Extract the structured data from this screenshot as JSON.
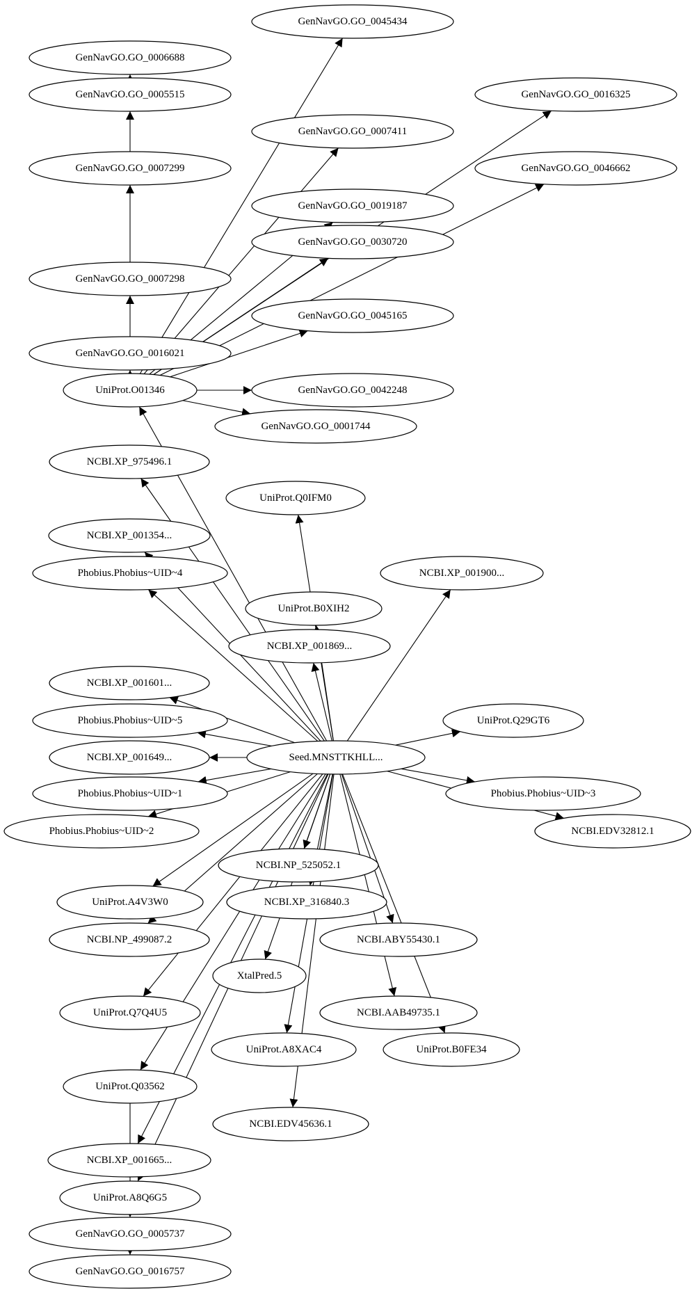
{
  "nodes": {
    "go0045434": "GenNavGO.GO_0045434",
    "go0006688": "GenNavGO.GO_0006688",
    "go0005515": "GenNavGO.GO_0005515",
    "go0016325": "GenNavGO.GO_0016325",
    "go0007411": "GenNavGO.GO_0007411",
    "go0007299": "GenNavGO.GO_0007299",
    "go0046662": "GenNavGO.GO_0046662",
    "go0019187": "GenNavGO.GO_0019187",
    "go0030720": "GenNavGO.GO_0030720",
    "go0007298": "GenNavGO.GO_0007298",
    "go0045165": "GenNavGO.GO_0045165",
    "go0016021": "GenNavGO.GO_0016021",
    "o01346": "UniProt.O01346",
    "go0042248": "GenNavGO.GO_0042248",
    "go0001744": "GenNavGO.GO_0001744",
    "xp975496": "NCBI.XP_975496.1",
    "q0ifm0": "UniProt.Q0IFM0",
    "xp001354": "NCBI.XP_001354...",
    "uid4": "Phobius.Phobius~UID~4",
    "xp001900": "NCBI.XP_001900...",
    "b0xih2": "UniProt.B0XIH2",
    "xp001869": "NCBI.XP_001869...",
    "xp001601": "NCBI.XP_001601...",
    "uid5": "Phobius.Phobius~UID~5",
    "q29gt6": "UniProt.Q29GT6",
    "xp001649": "NCBI.XP_001649...",
    "seed": "Seed.MNSTTKHLL...",
    "uid1": "Phobius.Phobius~UID~1",
    "uid3": "Phobius.Phobius~UID~3",
    "uid2": "Phobius.Phobius~UID~2",
    "edv32812": "NCBI.EDV32812.1",
    "np525052": "NCBI.NP_525052.1",
    "a4v3w0": "UniProt.A4V3W0",
    "xp316840": "NCBI.XP_316840.3",
    "np499087": "NCBI.NP_499087.2",
    "aby55430": "NCBI.ABY55430.1",
    "xtalpred5": "XtalPred.5",
    "q7q4u5": "UniProt.Q7Q4U5",
    "aab49735": "NCBI.AAB49735.1",
    "a8xac4": "UniProt.A8XAC4",
    "b0fe34": "UniProt.B0FE34",
    "q03562": "UniProt.Q03562",
    "edv45636": "NCBI.EDV45636.1",
    "xp001665": "NCBI.XP_001665...",
    "a8q6g5": "UniProt.A8Q6G5",
    "go0005737": "GenNavGO.GO_0005737",
    "go0016757": "GenNavGO.GO_0016757"
  },
  "edges": [
    [
      "o01346",
      "go0016021"
    ],
    [
      "go0016021",
      "go0007298"
    ],
    [
      "go0007298",
      "go0007299"
    ],
    [
      "go0007299",
      "go0005515"
    ],
    [
      "go0005515",
      "go0006688"
    ],
    [
      "o01346",
      "go0045434"
    ],
    [
      "o01346",
      "go0007411"
    ],
    [
      "o01346",
      "go0019187"
    ],
    [
      "o01346",
      "go0030720"
    ],
    [
      "o01346",
      "go0016325"
    ],
    [
      "o01346",
      "go0046662"
    ],
    [
      "o01346",
      "go0045165"
    ],
    [
      "o01346",
      "go0042248"
    ],
    [
      "o01346",
      "go0001744"
    ],
    [
      "seed",
      "o01346"
    ],
    [
      "seed",
      "xp975496"
    ],
    [
      "seed",
      "xp001354"
    ],
    [
      "seed",
      "uid4"
    ],
    [
      "seed",
      "q0ifm0"
    ],
    [
      "seed",
      "b0xih2"
    ],
    [
      "seed",
      "xp001869"
    ],
    [
      "seed",
      "xp001900"
    ],
    [
      "seed",
      "xp001601"
    ],
    [
      "seed",
      "uid5"
    ],
    [
      "seed",
      "q29gt6"
    ],
    [
      "seed",
      "xp001649"
    ],
    [
      "seed",
      "uid1"
    ],
    [
      "seed",
      "uid2"
    ],
    [
      "seed",
      "uid3"
    ],
    [
      "seed",
      "edv32812"
    ],
    [
      "seed",
      "np525052"
    ],
    [
      "seed",
      "xp316840"
    ],
    [
      "seed",
      "a4v3w0"
    ],
    [
      "seed",
      "np499087"
    ],
    [
      "seed",
      "q7q4u5"
    ],
    [
      "seed",
      "xtalpred5"
    ],
    [
      "seed",
      "a8xac4"
    ],
    [
      "seed",
      "edv45636"
    ],
    [
      "seed",
      "aby55430"
    ],
    [
      "seed",
      "aab49735"
    ],
    [
      "seed",
      "b0fe34"
    ],
    [
      "seed",
      "q03562"
    ],
    [
      "seed",
      "xp001665"
    ],
    [
      "seed",
      "a8q6g5"
    ],
    [
      "q03562",
      "go0005737"
    ],
    [
      "go0005737",
      "go0016757"
    ]
  ]
}
